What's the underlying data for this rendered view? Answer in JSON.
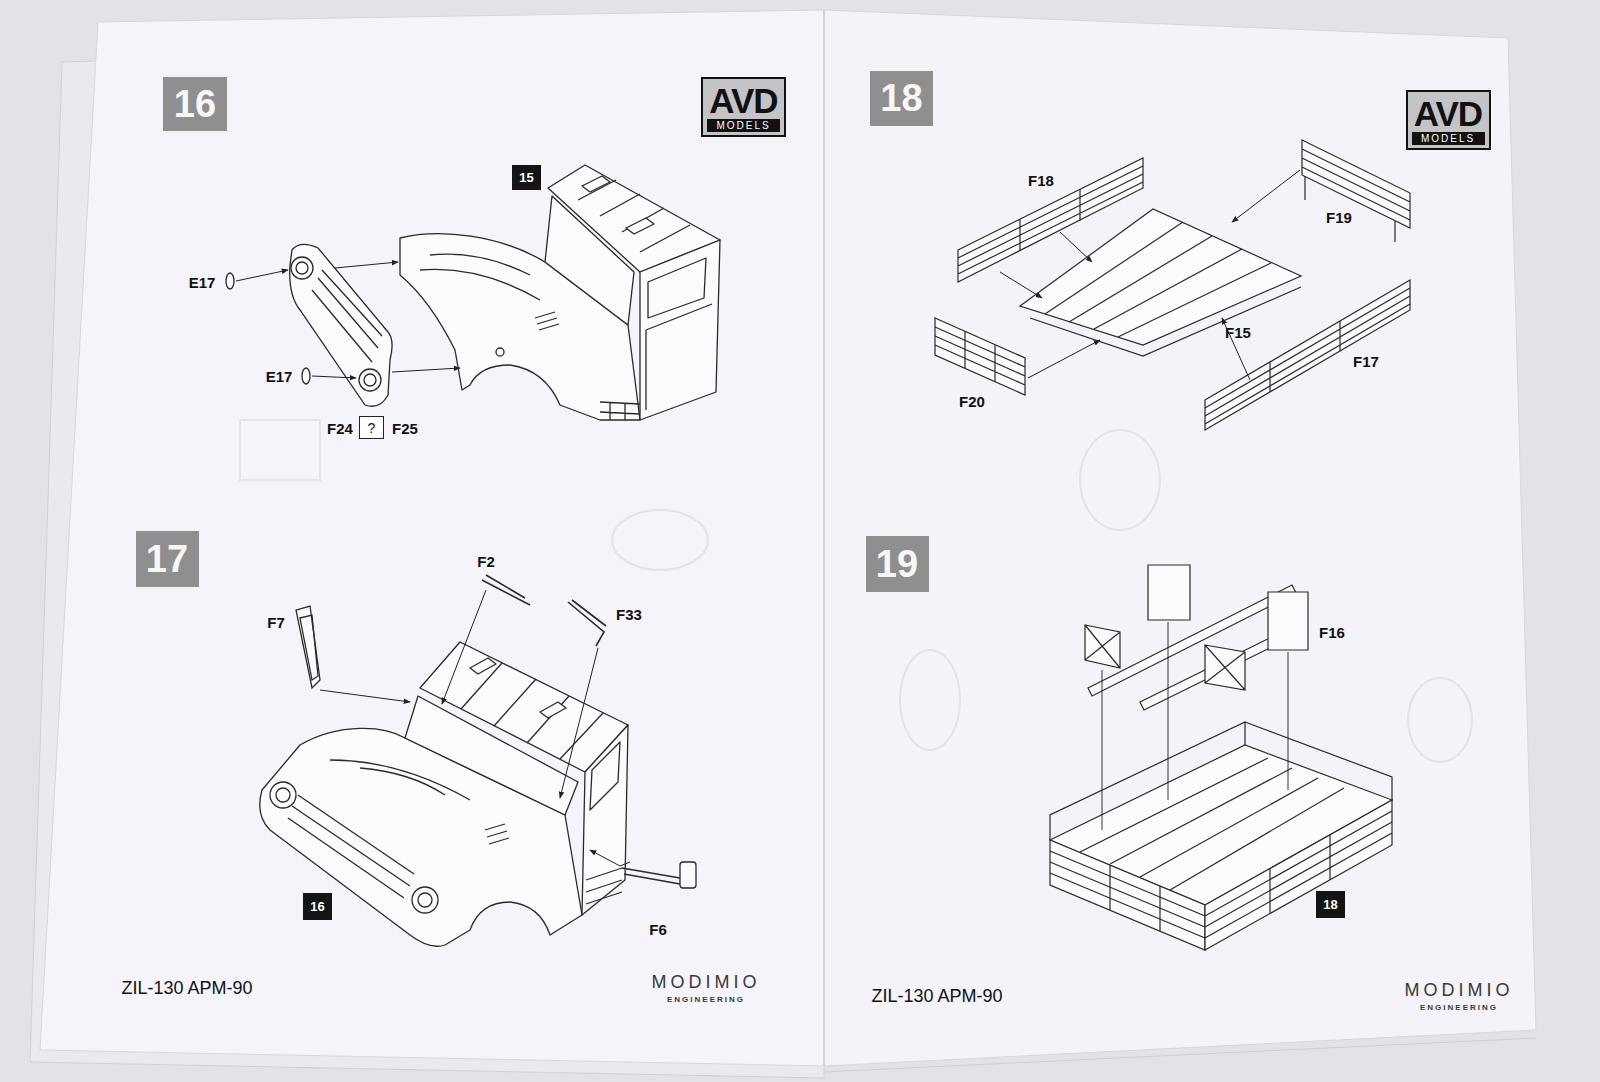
{
  "diagram": {
    "nodes": [
      {
        "text": [
          "16"
        ]
      },
      {
        "text": [
          "AVD",
          "MODELS"
        ]
      },
      {
        "text": [
          "15"
        ]
      },
      {
        "text": [
          "?"
        ]
      },
      {
        "text": [
          "17"
        ]
      },
      {
        "text": [
          "16"
        ]
      },
      {
        "text": [
          "18"
        ]
      },
      {
        "text": [
          "AVD",
          "MODELS"
        ]
      },
      {
        "text": [
          "19"
        ]
      },
      {
        "text": [
          "18"
        ]
      }
    ],
    "labels": [
      "E17",
      "E17",
      "F24",
      "F25",
      "F7",
      "F2",
      "F33",
      "F6",
      "ZIL-130 APM-90",
      "MODIMIO",
      "ENGINEERING",
      "F18",
      "F19",
      "F15",
      "F17",
      "F20",
      "F16",
      "ZIL-130 APM-90",
      "MODIMIO",
      "ENGINEERING"
    ]
  }
}
